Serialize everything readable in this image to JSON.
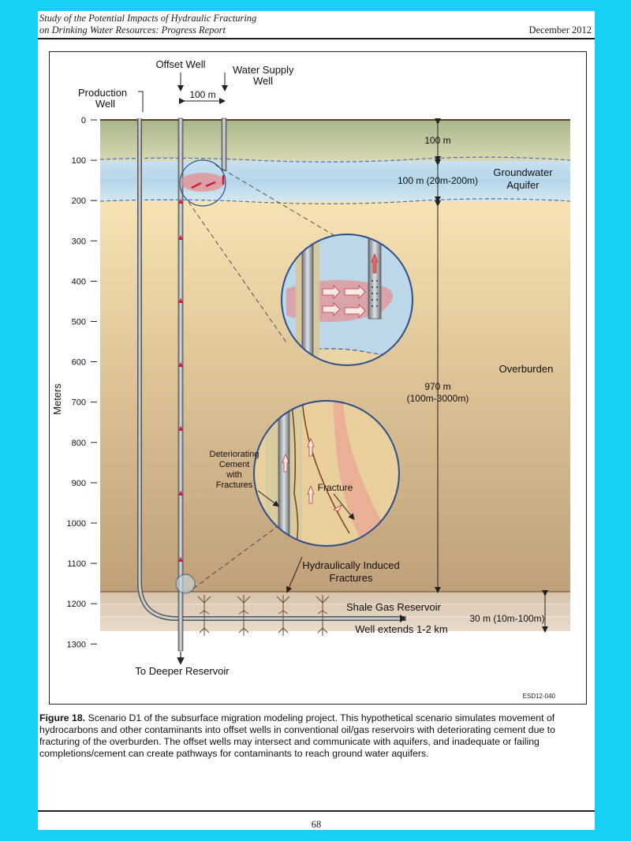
{
  "header": {
    "title_line1": "Study of the Potential Impacts of Hydraulic Fracturing",
    "title_line2": "on Drinking Water Resources: Progress Report",
    "date": "December 2012"
  },
  "figure": {
    "wells": {
      "offset": "Offset Well",
      "water_supply_1": "Water Supply",
      "water_supply_2": "Well",
      "production_1": "Production",
      "production_2": "Well",
      "spacing": "100 m"
    },
    "y_axis_label": "Meters",
    "depth_ticks": [
      "0",
      "100",
      "200",
      "300",
      "400",
      "500",
      "600",
      "700",
      "800",
      "900",
      "1000",
      "1100",
      "1200",
      "1300"
    ],
    "dims": {
      "top": "100 m",
      "aquifer": "100 m (20m-200m)",
      "overburden_1": "970 m",
      "overburden_2": "(100m-3000m)",
      "reservoir": "30 m (10m-100m)"
    },
    "layers": {
      "aquifer_1": "Groundwater",
      "aquifer_2": "Aquifer",
      "overburden": "Overburden",
      "reservoir": "Shale Gas Reservoir"
    },
    "callouts": {
      "cement_1": "Deteriorating",
      "cement_2": "Cement",
      "cement_3": "with",
      "cement_4": "Fractures",
      "fracture": "Fracture",
      "induced_1": "Hydraulically Induced",
      "induced_2": "Fractures",
      "extends": "Well extends 1-2 km",
      "deeper": "To Deeper Reservoir"
    },
    "code": "ESD12-040"
  },
  "caption": {
    "label": "Figure 18.",
    "text": " Scenario D1 of the subsurface migration modeling project. This hypothetical scenario simulates movement of hydrocarbons and other contaminants into offset wells in conventional oil/gas reservoirs with deteriorating cement due to fracturing of the overburden. The offset wells may intersect and communicate with aquifers, and inadequate or failing completions/cement can create pathways for contaminants to reach ground water aquifers."
  },
  "page_number": "68"
}
